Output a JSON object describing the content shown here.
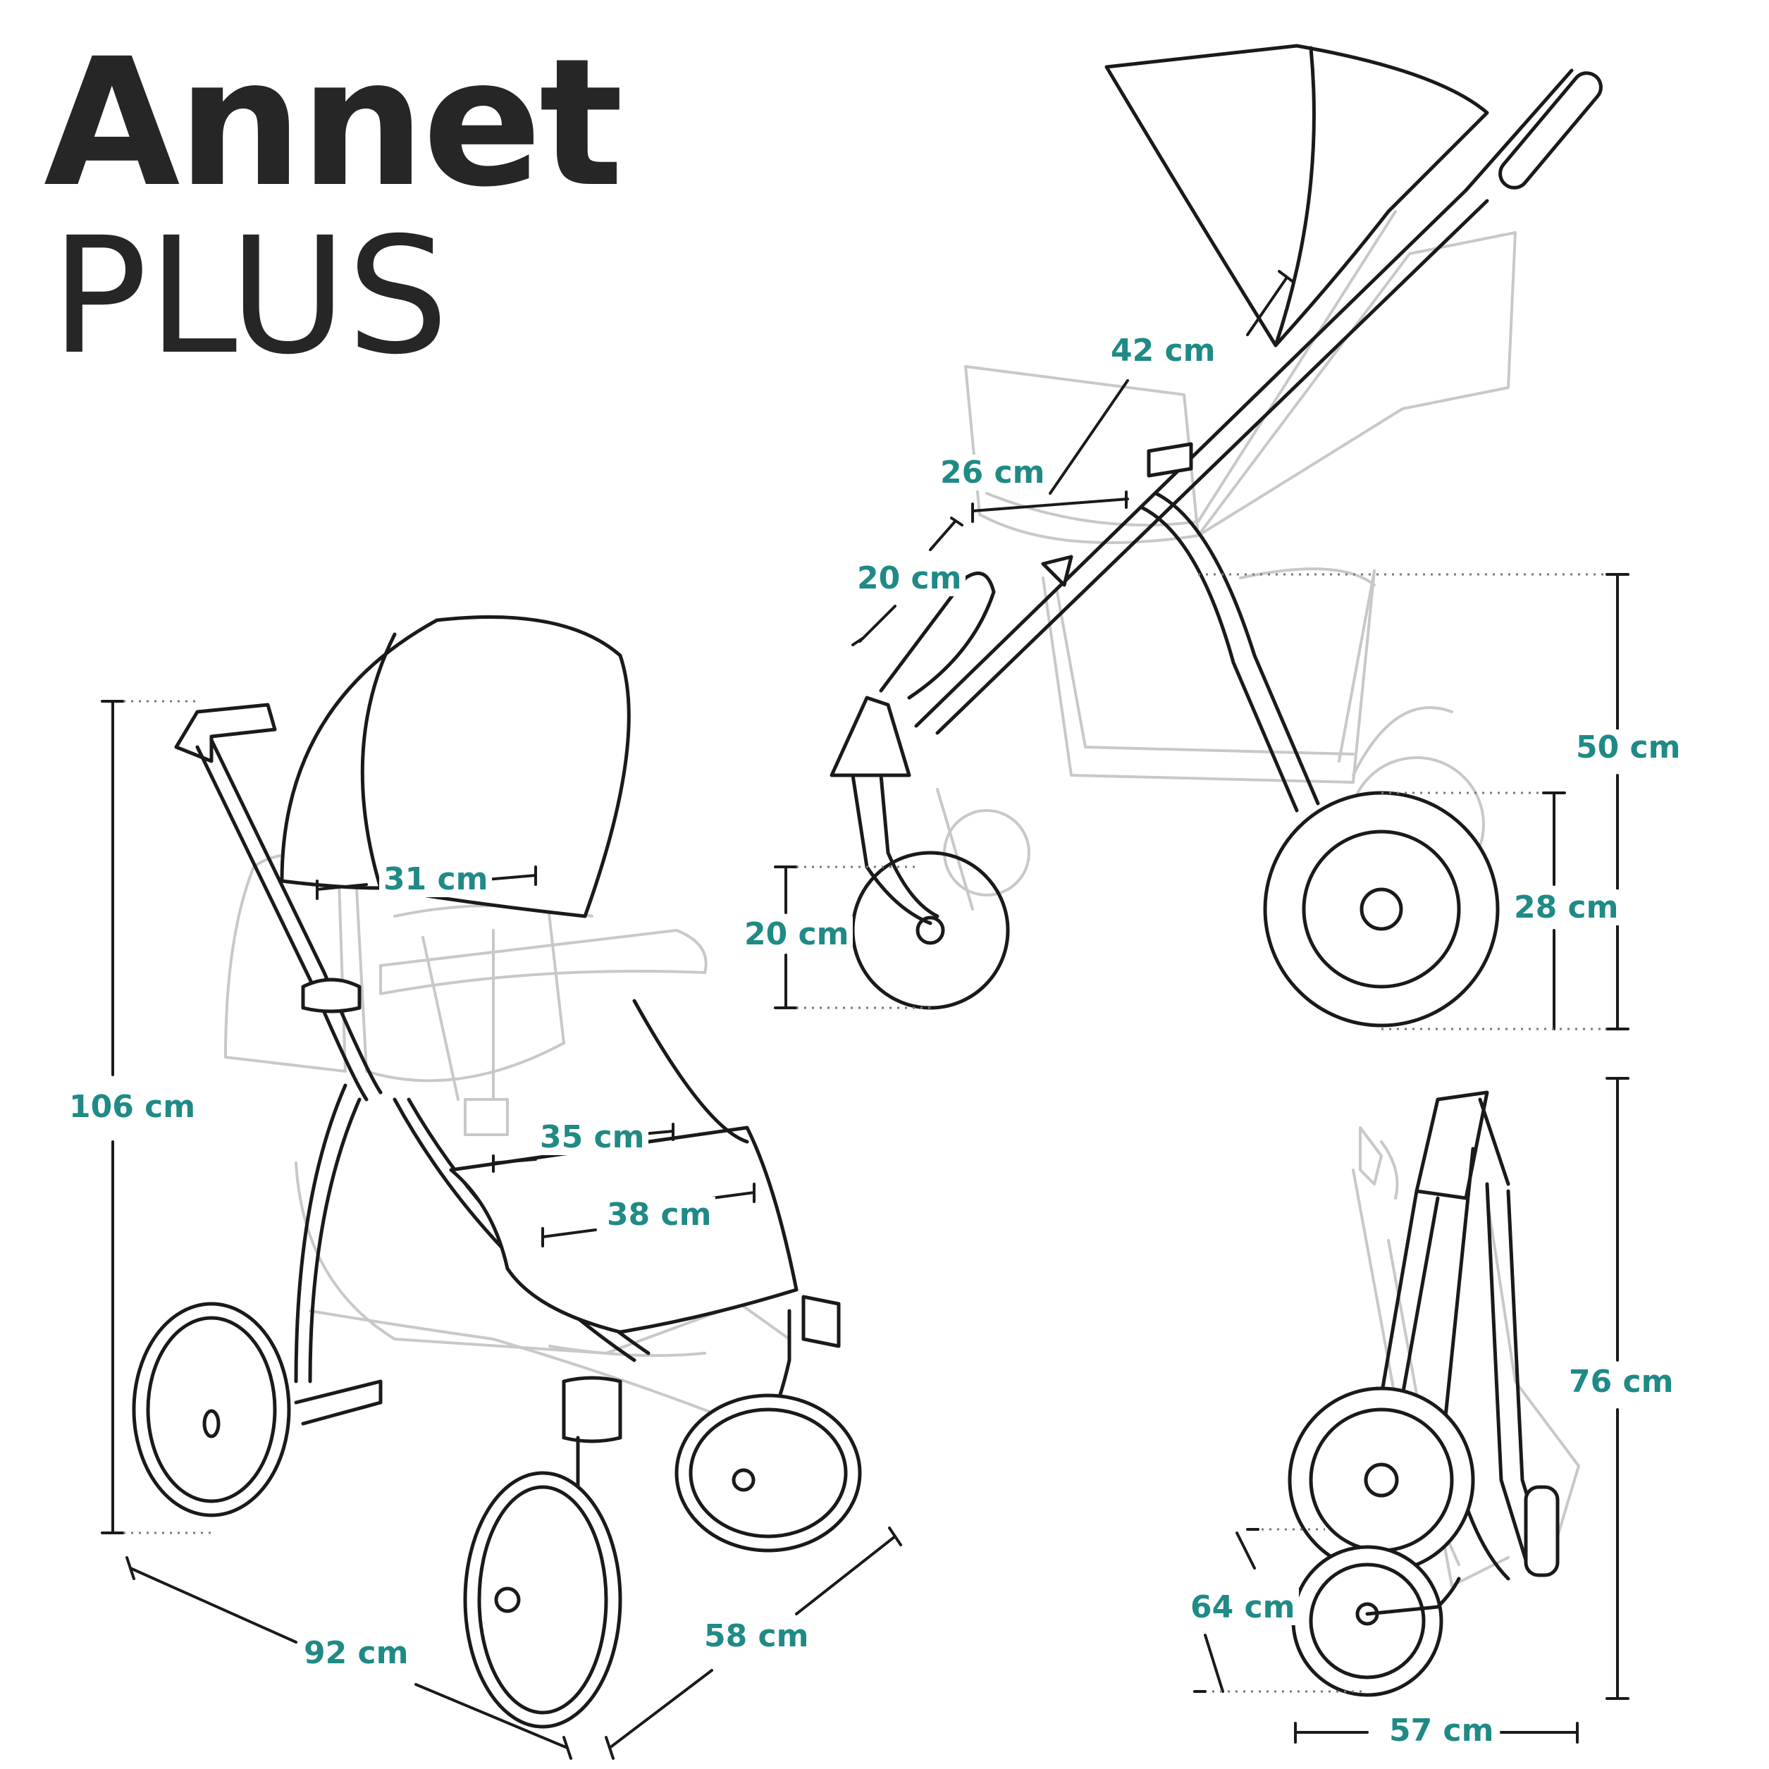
{
  "title": {
    "brand": "Annet",
    "model": "PLUS"
  },
  "colors": {
    "accent": "#1f8a86",
    "line": "#1a1a1a",
    "light_line": "#c8c8c8",
    "text": "#262626"
  },
  "dimensions": {
    "canopy": "42 cm",
    "bumper_depth": "26 cm",
    "footrest": "20 cm",
    "seat_height": "50 cm",
    "rear_wheel": "28 cm",
    "front_wheel": "20 cm",
    "backrest_width": "31 cm",
    "seat_width": "35 cm",
    "seat_depth": "38 cm",
    "total_height": "106 cm",
    "total_length": "92 cm",
    "total_width": "58 cm",
    "folded_height": "76 cm",
    "folded_depth": "64 cm",
    "folded_width": "57 cm"
  }
}
